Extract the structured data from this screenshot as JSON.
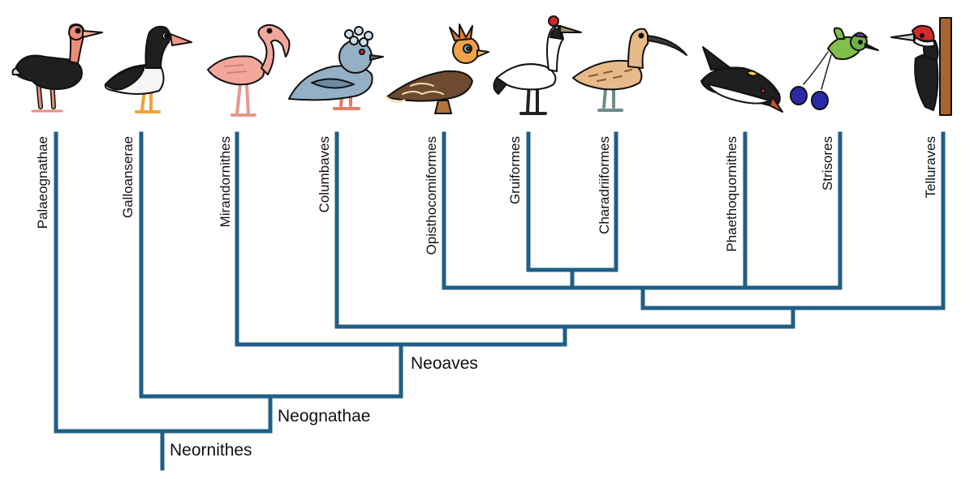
{
  "colors": {
    "branch": "#1f5f86",
    "label": "#111111"
  },
  "taxa": [
    {
      "id": "palaeognathae",
      "label": "Palaeognathae",
      "icon": "ostrich-icon"
    },
    {
      "id": "galloanserae",
      "label": "Galloanserae",
      "icon": "goose-icon"
    },
    {
      "id": "mirandornithes",
      "label": "Mirandornithes",
      "icon": "flamingo-icon"
    },
    {
      "id": "columbaves",
      "label": "Columbaves",
      "icon": "crowned-pigeon-icon"
    },
    {
      "id": "opisthocomiformes",
      "label": "Opisthocomiformes",
      "icon": "hoatzin-icon"
    },
    {
      "id": "gruiformes",
      "label": "Gruiformes",
      "icon": "crane-icon"
    },
    {
      "id": "charadriiformes",
      "label": "Charadriiformes",
      "icon": "curlew-icon"
    },
    {
      "id": "phaethoquornithes",
      "label": "Phaethoquornithes",
      "icon": "penguin-icon"
    },
    {
      "id": "strisores",
      "label": "Strisores",
      "icon": "hummingbird-icon"
    },
    {
      "id": "telluraves",
      "label": "Telluraves",
      "icon": "woodpecker-icon"
    }
  ],
  "clades": {
    "neornithes": "Neornithes",
    "neognathae": "Neognathae",
    "neoaves": "Neoaves"
  }
}
